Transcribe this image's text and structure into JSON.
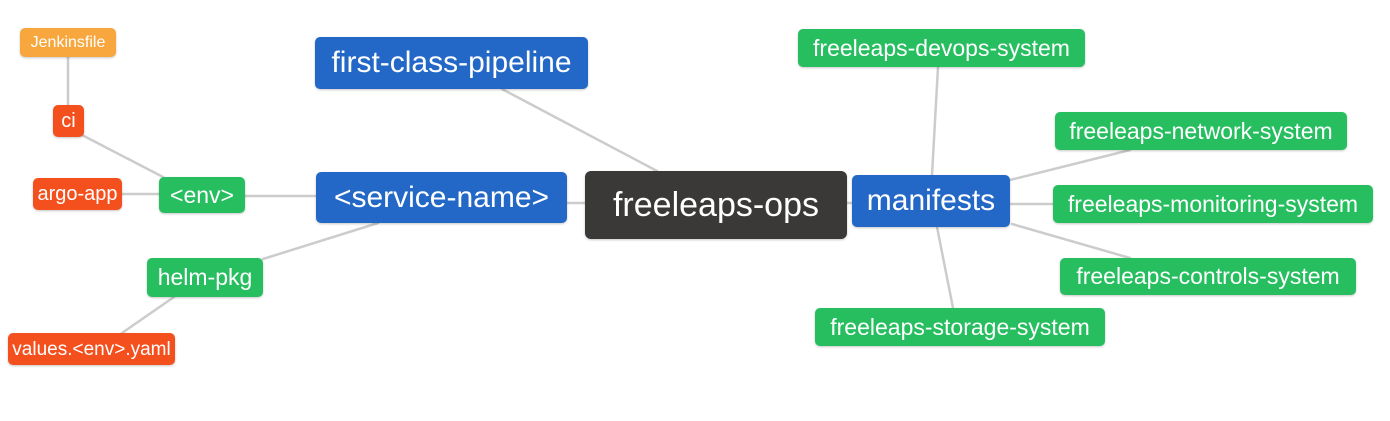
{
  "palette": {
    "root": "#3B3938",
    "level1": "#2368C6",
    "level2": "#27BE60",
    "level3": "#F4501E",
    "level4": "#F8A73E",
    "line": "#CCCCCC",
    "text": "#FFFFFF",
    "background": "#FFFFFF"
  },
  "nodes": {
    "root": {
      "label": "freeleaps-ops"
    },
    "first_class_pipeline": {
      "label": "first-class-pipeline"
    },
    "service_name": {
      "label": "<service-name>"
    },
    "manifests": {
      "label": "manifests"
    },
    "env": {
      "label": "<env>"
    },
    "helm_pkg": {
      "label": "helm-pkg"
    },
    "ci": {
      "label": "ci"
    },
    "argo_app": {
      "label": "argo-app"
    },
    "jenkinsfile": {
      "label": "Jenkinsfile"
    },
    "values_env_yaml": {
      "label": "values.<env>.yaml"
    },
    "devops_system": {
      "label": "freeleaps-devops-system"
    },
    "network_system": {
      "label": "freeleaps-network-system"
    },
    "monitoring_system": {
      "label": "freeleaps-monitoring-system"
    },
    "controls_system": {
      "label": "freeleaps-controls-system"
    },
    "storage_system": {
      "label": "freeleaps-storage-system"
    }
  }
}
